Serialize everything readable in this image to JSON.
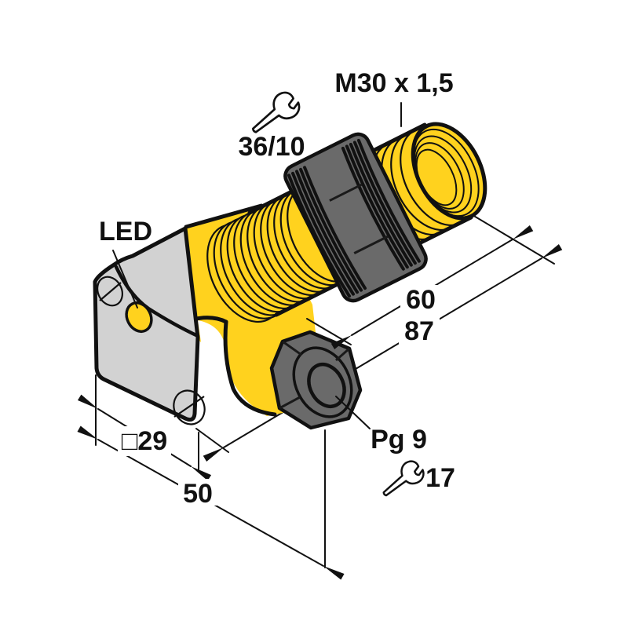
{
  "diagram": {
    "type": "technical-dimension-drawing",
    "subject": "inductive proximity sensor with square mounting flange, M30 threaded barrel and Pg9 cable gland",
    "labels": {
      "thread_spec": "M30 x 1,5",
      "wrench_size_top": "36/10",
      "led": "LED",
      "dim_thread_length": "60",
      "dim_total_length": "87",
      "dim_flange_size": "□29",
      "dim_housing_depth": "50",
      "cable_gland": "Pg 9",
      "wrench_size_bottom": "17"
    },
    "icons": [
      "wrench-icon",
      "wrench-icon"
    ],
    "colors": {
      "background": "#FFFFFF",
      "body_yellow": "#FFD21E",
      "flange_gray": "#D2D2D2",
      "metal_gray": "#6A6A6A",
      "outline": "#111111"
    }
  }
}
